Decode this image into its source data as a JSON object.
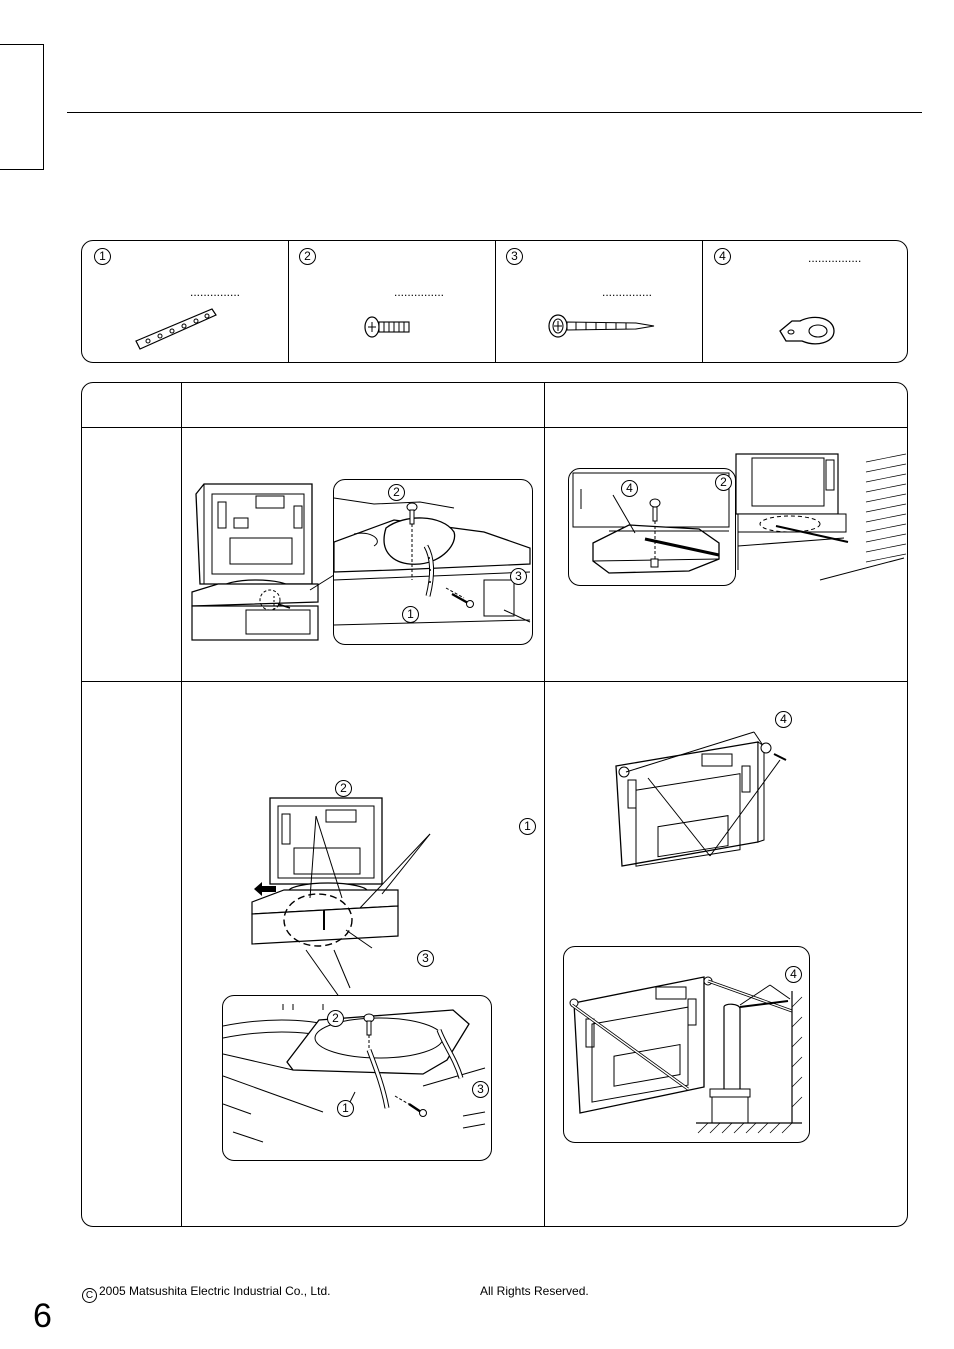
{
  "parts": [
    {
      "num": "1",
      "dots": "..............."
    },
    {
      "num": "2",
      "dots": "..............."
    },
    {
      "num": "3",
      "dots": "..............."
    },
    {
      "num": "4",
      "dots": "................"
    }
  ],
  "callouts": {
    "one": "1",
    "two": "2",
    "three": "3",
    "four": "4"
  },
  "footer": {
    "copyright_symbol": "C",
    "copyright": "2005 Matsushita Electric Industrial Co., Ltd.",
    "rights": "All Rights Reserved."
  },
  "page_number": "6"
}
